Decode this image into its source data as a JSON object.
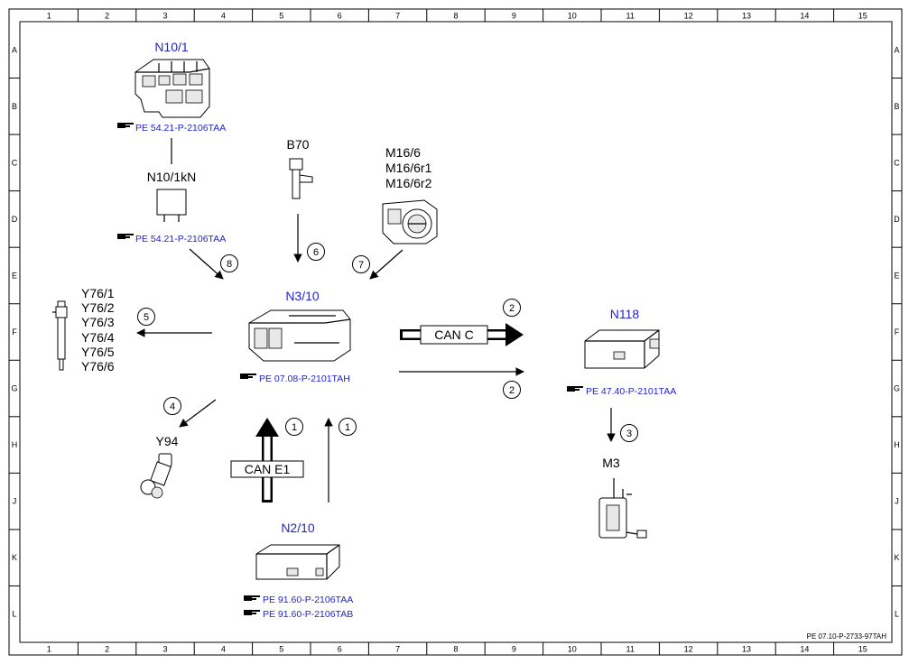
{
  "grid": {
    "columns": [
      "1",
      "2",
      "3",
      "4",
      "5",
      "6",
      "7",
      "8",
      "9",
      "10",
      "11",
      "12",
      "13",
      "14",
      "15"
    ],
    "rows": [
      "A",
      "B",
      "C",
      "D",
      "E",
      "F",
      "G",
      "H",
      "J",
      "K",
      "L"
    ]
  },
  "doc_id": "PE 07.10-P-2733-97TAH",
  "components": {
    "n10_1": {
      "label": "N10/1",
      "ref": "PE 54.21-P-2106TAA"
    },
    "n10_1kn": {
      "label": "N10/1kN",
      "ref": "PE 54.21-P-2106TAA"
    },
    "b70": {
      "label": "B70"
    },
    "m16_6": {
      "labels": [
        "M16/6",
        "M16/6r1",
        "M16/6r2"
      ]
    },
    "n3_10": {
      "label": "N3/10",
      "ref": "PE 07.08-P-2101TAH"
    },
    "y76": {
      "labels": [
        "Y76/1",
        "Y76/2",
        "Y76/3",
        "Y76/4",
        "Y76/5",
        "Y76/6"
      ]
    },
    "y94": {
      "label": "Y94"
    },
    "n118": {
      "label": "N118",
      "ref": "PE 47.40-P-2101TAA"
    },
    "m3": {
      "label": "M3"
    },
    "n2_10": {
      "label": "N2/10",
      "refs": [
        "PE 91.60-P-2106TAA",
        "PE 91.60-P-2106TAB"
      ]
    }
  },
  "buses": {
    "can_c": "CAN C",
    "can_e1": "CAN E1"
  },
  "signals": {
    "s1a": "1",
    "s1b": "1",
    "s2a": "2",
    "s2b": "2",
    "s3": "3",
    "s4": "4",
    "s5": "5",
    "s6": "6",
    "s7": "7",
    "s8": "8"
  },
  "icons": {
    "reference": "pointing-hand-icon"
  }
}
